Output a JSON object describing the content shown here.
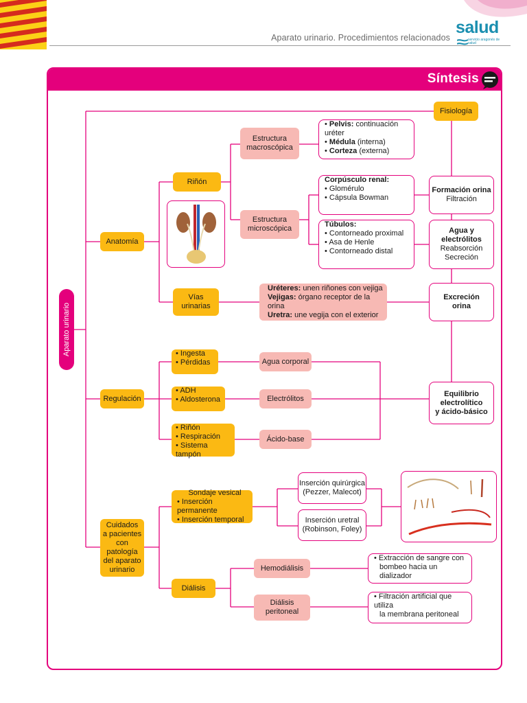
{
  "header": {
    "title": "Aparato urinario. Procedimientos relacionados",
    "logo_word": "salud",
    "logo_sub": "servicio aragonés de salud"
  },
  "panel": {
    "title": "Síntesis"
  },
  "root": "Aparato urinario",
  "fisiologia": "Fisiología",
  "anatomia": {
    "label": "Anatomía",
    "rinon": "Riñón",
    "macro": "Estructura macroscópica",
    "macro_items": [
      {
        "term": "Pelvis:",
        "text": " continuación uréter"
      },
      {
        "term": "Médula",
        "text": " (interna)"
      },
      {
        "term": "Corteza",
        "text": " (externa)"
      }
    ],
    "micro": "Estructura microscópica",
    "corpusculo_title": "Corpúsculo renal:",
    "corpusculo_items": [
      "Glomérulo",
      "Cápsula Bowman"
    ],
    "tubulos_title": "Túbulos:",
    "tubulos_items": [
      "Contorneado proximal",
      "Asa de Henle",
      "Contorneado distal"
    ],
    "vias": "Vías urinarias",
    "vias_items": [
      {
        "term": "Uréteres:",
        "text": " unen riñones con vejiga"
      },
      {
        "term": "Vejigas:",
        "text": " órgano receptor de la orina"
      },
      {
        "term": "Uretra:",
        "text": " une vegija con el exterior"
      }
    ]
  },
  "fisio_boxes": {
    "formacion_title": "Formación orina",
    "formacion_sub": "Filtración",
    "agua_title": "Agua y electrólitos",
    "agua_sub1": "Reabsorción",
    "agua_sub2": "Secreción",
    "excrecion_1": "Excreción",
    "excrecion_2": "orina",
    "equilibrio_1": "Equilibrio",
    "equilibrio_2": "electrolítico",
    "equilibrio_3": "y ácido-básico"
  },
  "regulacion": {
    "label": "Regulación",
    "g1": [
      "Ingesta",
      "Pérdidas"
    ],
    "g2": [
      "ADH",
      "Aldosterona"
    ],
    "g3": [
      "Riñón",
      "Respiración",
      "Sistema tampón"
    ],
    "agua": "Agua corporal",
    "electrolitos": "Electrólitos",
    "acido": "Ácido-base"
  },
  "cuidados": {
    "label": [
      "Cuidados",
      "a pacientes",
      "con",
      "patología",
      "del aparato",
      "urinario"
    ],
    "sondaje_title": "Sondaje vesical",
    "sondaje_items": [
      "Inserción permanente",
      "Inserción temporal"
    ],
    "quirurgica": [
      "Inserción quirúrgica",
      "(Pezzer, Malecot)"
    ],
    "uretral": [
      "Inserción uretral",
      "(Robinson, Foley)"
    ],
    "dialisis": "Diálisis",
    "hemo": "Hemodiálisis",
    "peritoneal": [
      "Diálisis",
      "peritoneal"
    ],
    "hemo_desc": [
      "Extracción de sangre con",
      "bombeo hacia un dializador"
    ],
    "perit_desc": [
      "Filtración artificial que utiliza",
      "la membrana peritoneal"
    ]
  },
  "colors": {
    "magenta": "#e4007c",
    "yellow": "#fbb913",
    "pink": "#f7b9b4",
    "salud_blue": "#1b8fb0"
  }
}
